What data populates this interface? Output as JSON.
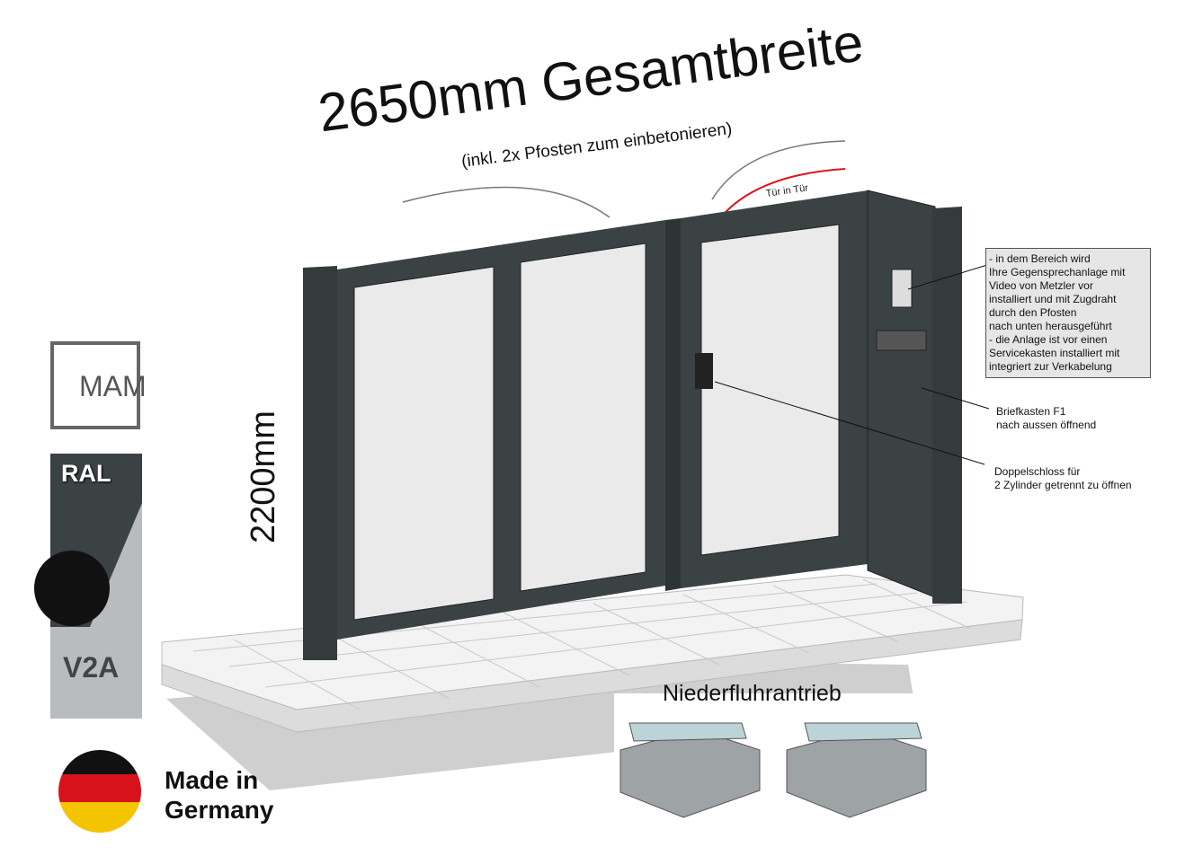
{
  "header": {
    "title": "2650mm Gesamtbreite",
    "subtitle": "(inkl. 2x Pfosten zum einbetonieren)"
  },
  "dimensions": {
    "height": "2200mm"
  },
  "gate": {
    "door_label": "Tür in Tür",
    "color": "#3a4244",
    "accent_arrow": "#d9181e"
  },
  "annotations": {
    "intercom_note": "- in dem Bereich wird\nIhre Gegensprechanlage mit\nVideo von Metzler vor\ninstalliert und mit Zugdraht\ndurch den Pfosten\nnach unten herausgeführt\n- die Anlage ist vor einen\nServicekasten installiert mit\nintegriert zur Verkabelung",
    "mailbox": "Briefkasten F1\nnach aussen öffnend",
    "lock": "Doppelschloss für\n2 Zylinder getrennt zu öffnen"
  },
  "motor": {
    "label": "Niederfluhrantrieb"
  },
  "badges": {
    "mam": "MAM",
    "ral": "RAL",
    "v2a": "V2A",
    "made_in": "Made in\nGermany"
  }
}
